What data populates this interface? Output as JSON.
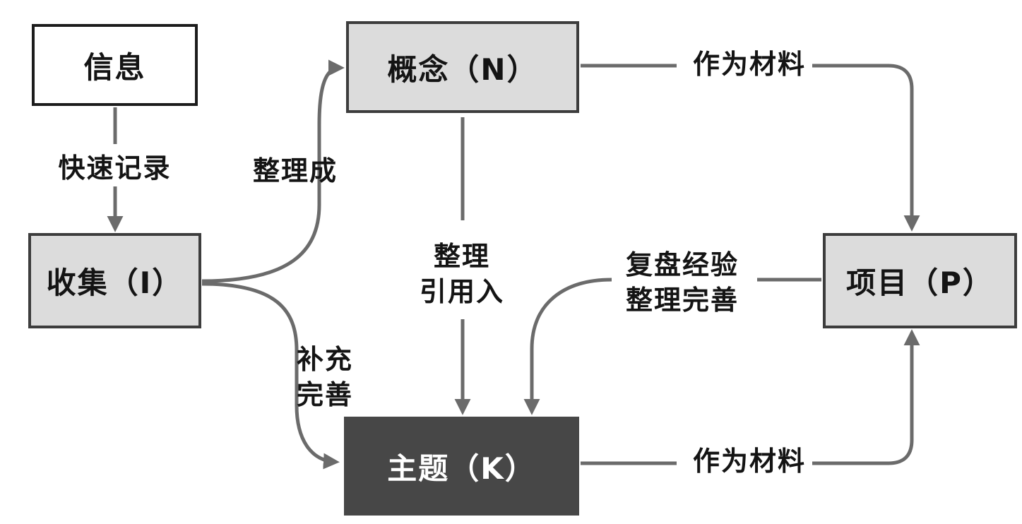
{
  "colors": {
    "background": "#ffffff",
    "arrow": "#6b6b6b",
    "node_fill": "#dcdcdc",
    "node_border": "#3d3d3d",
    "info_node_fill": "#ffffff",
    "info_node_border": "#1c1c1c",
    "dark_node_fill": "#474747",
    "dark_node_text": "#ffffff",
    "label_text": "#141414"
  },
  "nodes": {
    "info": {
      "label": "信息"
    },
    "collect": {
      "label": "收集（I）"
    },
    "concept": {
      "label": "概念（N）"
    },
    "topic": {
      "label": "主题（K）"
    },
    "project": {
      "label": "项目（P）"
    }
  },
  "edges": {
    "quick_record": {
      "label": "快速记录"
    },
    "organize_into": {
      "label": "整理成"
    },
    "supplement": {
      "line1": "补充",
      "line2": "完善"
    },
    "organize_cite": {
      "line1": "整理",
      "line2": "引用入"
    },
    "review": {
      "line1": "复盘经验",
      "line2": "整理完善"
    },
    "as_material_top": {
      "label": "作为材料"
    },
    "as_material_bottom": {
      "label": "作为材料"
    }
  }
}
